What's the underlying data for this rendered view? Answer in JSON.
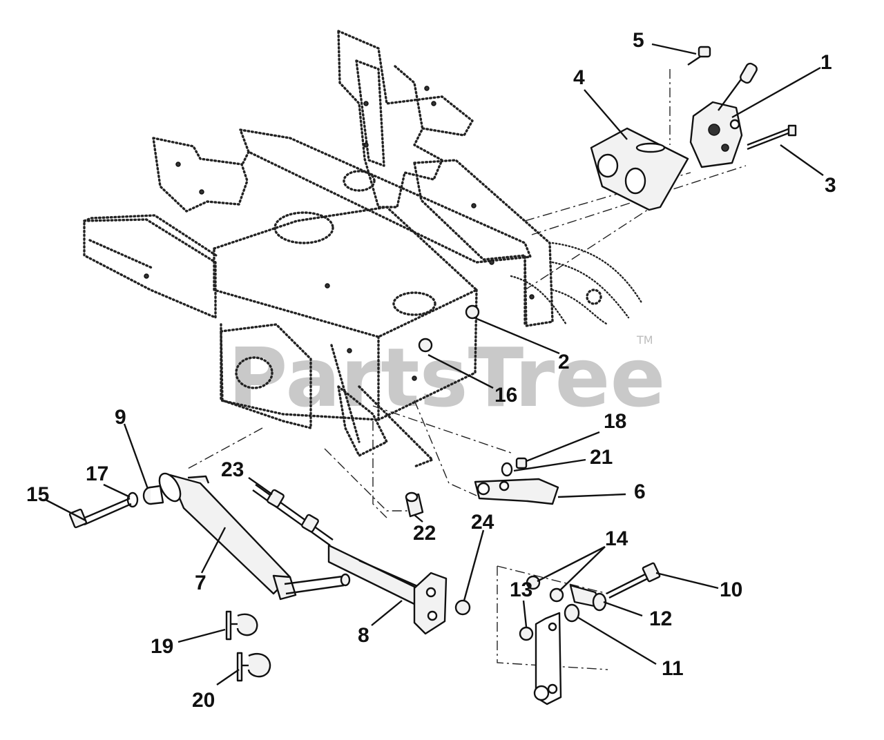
{
  "watermark": {
    "text": "PartsTree",
    "trademark": "TM"
  },
  "callouts": [
    {
      "id": "c1",
      "label": "1"
    },
    {
      "id": "c2",
      "label": "2"
    },
    {
      "id": "c3",
      "label": "3"
    },
    {
      "id": "c4",
      "label": "4"
    },
    {
      "id": "c5",
      "label": "5"
    },
    {
      "id": "c6",
      "label": "6"
    },
    {
      "id": "c7",
      "label": "7"
    },
    {
      "id": "c8",
      "label": "8"
    },
    {
      "id": "c9",
      "label": "9"
    },
    {
      "id": "c10",
      "label": "10"
    },
    {
      "id": "c11",
      "label": "11"
    },
    {
      "id": "c12",
      "label": "12"
    },
    {
      "id": "c13",
      "label": "13"
    },
    {
      "id": "c14",
      "label": "14"
    },
    {
      "id": "c15",
      "label": "15"
    },
    {
      "id": "c16",
      "label": "16"
    },
    {
      "id": "c17",
      "label": "17"
    },
    {
      "id": "c18",
      "label": "18"
    },
    {
      "id": "c19",
      "label": "19"
    },
    {
      "id": "c20",
      "label": "20"
    },
    {
      "id": "c21",
      "label": "21"
    },
    {
      "id": "c22",
      "label": "22"
    },
    {
      "id": "c23",
      "label": "23"
    },
    {
      "id": "c24",
      "label": "24"
    }
  ]
}
